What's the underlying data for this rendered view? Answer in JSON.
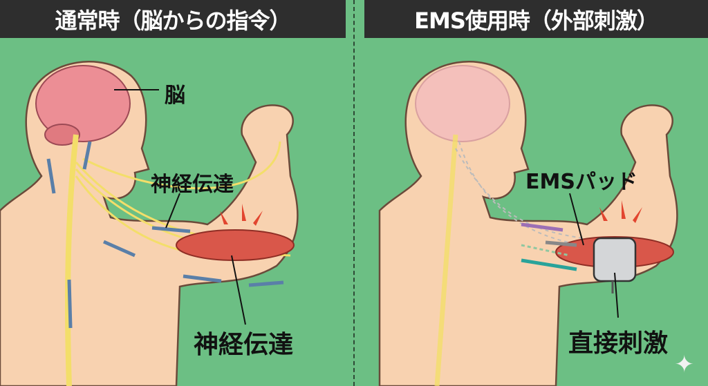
{
  "left_panel": {
    "title": "通常時（脳からの指令）",
    "labels": {
      "brain": "脳",
      "nerve_upper": "神経伝達",
      "nerve_lower": "神経伝達"
    }
  },
  "right_panel": {
    "title": "EMS使用時（外部刺激）",
    "labels": {
      "pad": "EMSパッド",
      "direct": "直接刺激"
    }
  },
  "colors": {
    "background": "#6cbf84",
    "header": "#2e2e2e",
    "skin": "#f8d2b0",
    "nerve": "#f3de6a",
    "muscle": "#d9574a",
    "arrow": "#5a7fa8"
  }
}
